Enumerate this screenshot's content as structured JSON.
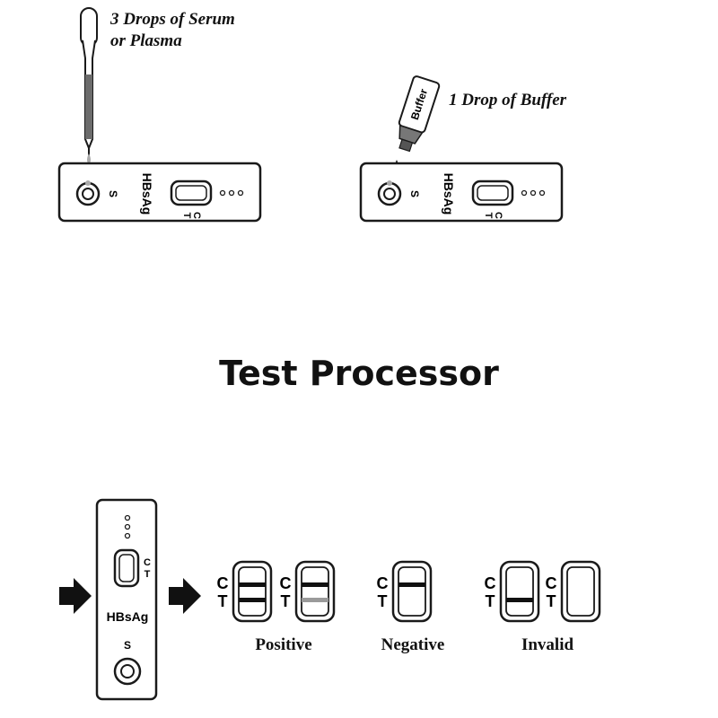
{
  "steps": {
    "serum": {
      "caption_line1": "3 Drops of Serum",
      "caption_line2": "or Plasma"
    },
    "buffer": {
      "caption": "1 Drop of Buffer",
      "bottle_label": "Buffer"
    }
  },
  "device": {
    "name": "HBsAg",
    "sample_label": "S",
    "control_label": "C",
    "test_label": "T"
  },
  "title": "Test Processor",
  "results": {
    "positive_label": "Positive",
    "negative_label": "Negative",
    "invalid_label": "Invalid"
  },
  "colors": {
    "line_dark": "#111111",
    "line_faint": "#9a9a9a",
    "outline": "#1a1a1a",
    "background": "#ffffff"
  }
}
